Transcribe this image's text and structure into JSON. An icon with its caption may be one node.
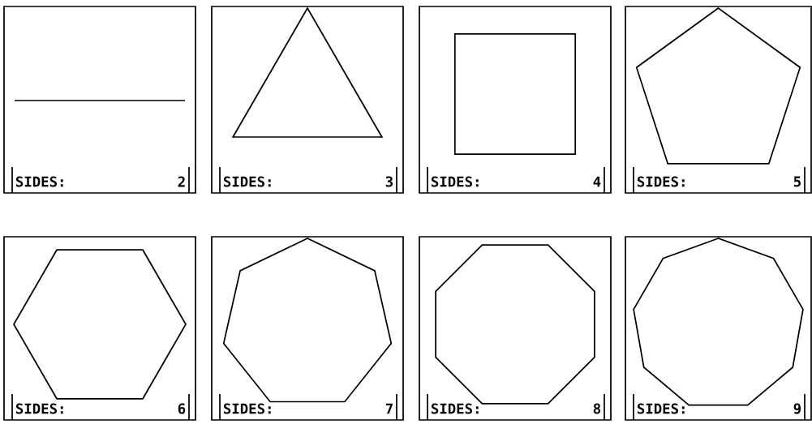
{
  "diagram": {
    "nodes": [
      {
        "text": [
          "SIDES:",
          "2"
        ]
      },
      {
        "text": [
          "SIDES:",
          "3"
        ]
      },
      {
        "text": [
          "SIDES:",
          "4"
        ]
      },
      {
        "text": [
          "SIDES:",
          "5"
        ]
      },
      {
        "text": [
          "SIDES:",
          "6"
        ]
      },
      {
        "text": [
          "SIDES:",
          "7"
        ]
      },
      {
        "text": [
          "SIDES:",
          "8"
        ]
      },
      {
        "text": [
          "SIDES:",
          "9"
        ]
      }
    ]
  }
}
